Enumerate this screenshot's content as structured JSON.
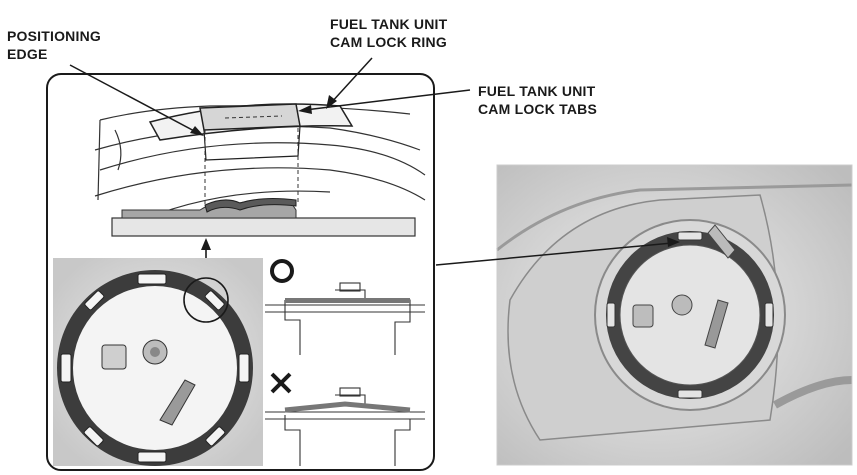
{
  "labels": {
    "positioning_edge": [
      "POSITIONING",
      "EDGE"
    ],
    "cam_lock_ring": [
      "FUEL TANK UNIT",
      "CAM LOCK RING"
    ],
    "cam_lock_tabs": [
      "FUEL TANK UNIT",
      "CAM LOCK TABS"
    ]
  },
  "indicators": {
    "correct_mark": "O",
    "incorrect_mark": "X"
  },
  "colors": {
    "line": "#1a1a1a",
    "photo_bg": "#dcdcdc",
    "ring_dark": "#4a4a4a",
    "panel_border": "#1a1a1a"
  }
}
